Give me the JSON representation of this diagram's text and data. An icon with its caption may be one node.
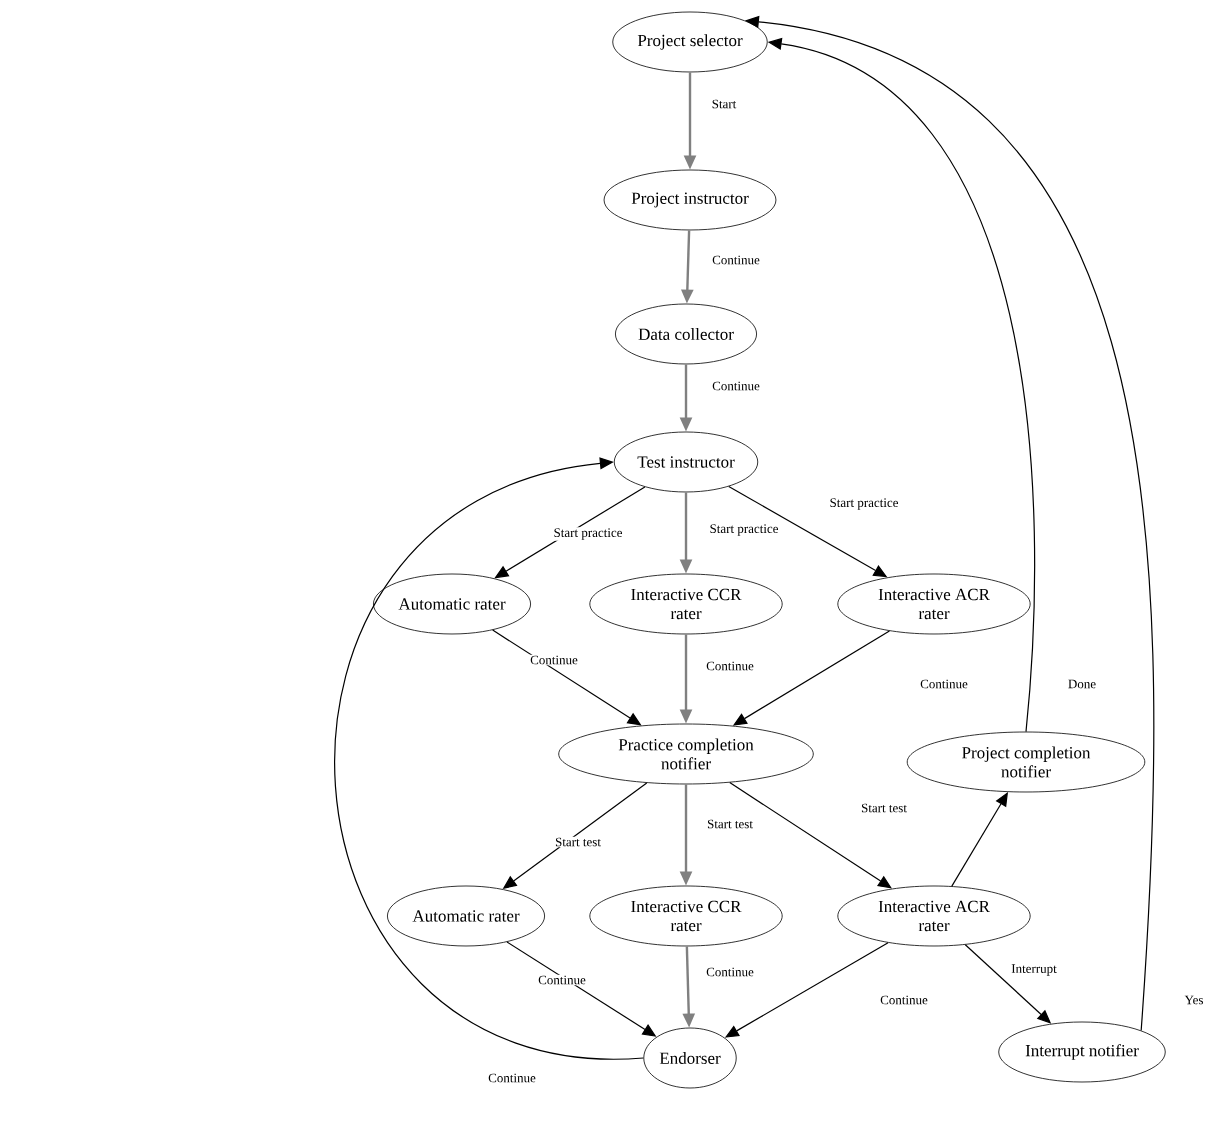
{
  "diagram": {
    "nodes": [
      {
        "text": [
          "Project selector"
        ]
      },
      {
        "text": [
          "Project instructor"
        ]
      },
      {
        "text": [
          "Data collector"
        ]
      },
      {
        "text": [
          "Test instructor"
        ]
      },
      {
        "text": [
          "Automatic rater"
        ]
      },
      {
        "text": [
          "Interactive CCR rater"
        ]
      },
      {
        "text": [
          "Interactive ACR rater"
        ]
      },
      {
        "text": [
          "Practice completion notifier"
        ]
      },
      {
        "text": [
          "Project completion notifier"
        ]
      },
      {
        "text": [
          "Automatic rater"
        ]
      },
      {
        "text": [
          "Interactive CCR rater"
        ]
      },
      {
        "text": [
          "Interactive ACR rater"
        ]
      },
      {
        "text": [
          "Endorser"
        ]
      },
      {
        "text": [
          "Interrupt notifier"
        ]
      }
    ],
    "edges": [
      {
        "from": 0,
        "to": 1,
        "arrow": "to",
        "label": "Start",
        "color": "#808080"
      },
      {
        "from": 1,
        "to": 2,
        "arrow": "to",
        "label": "Continue",
        "color": "#808080"
      },
      {
        "from": 2,
        "to": 3,
        "arrow": "to",
        "label": "Continue",
        "color": "#808080"
      },
      {
        "from": 3,
        "to": 4,
        "arrow": "to",
        "label": "Start practice"
      },
      {
        "from": 3,
        "to": 5,
        "arrow": "to",
        "label": "Start practice",
        "color": "#808080"
      },
      {
        "from": 3,
        "to": 6,
        "arrow": "to",
        "label": "Start practice"
      },
      {
        "from": 4,
        "to": 7,
        "arrow": "to",
        "label": "Continue"
      },
      {
        "from": 5,
        "to": 7,
        "arrow": "to",
        "label": "Continue",
        "color": "#808080"
      },
      {
        "from": 6,
        "to": 7,
        "arrow": "to",
        "label": "Continue"
      },
      {
        "from": 7,
        "to": 9,
        "arrow": "to",
        "label": "Start test"
      },
      {
        "from": 7,
        "to": 10,
        "arrow": "to",
        "label": "Start test",
        "color": "#808080"
      },
      {
        "from": 7,
        "to": 11,
        "arrow": "to",
        "label": "Start test"
      },
      {
        "from": 9,
        "to": 12,
        "arrow": "to",
        "label": "Continue"
      },
      {
        "from": 10,
        "to": 12,
        "arrow": "to",
        "label": "Continue",
        "color": "#808080"
      },
      {
        "from": 11,
        "to": 12,
        "arrow": "to",
        "label": "Continue"
      },
      {
        "from": 11,
        "to": 8,
        "arrow": "to"
      },
      {
        "from": 11,
        "to": 13,
        "arrow": "to",
        "label": "Interrupt"
      },
      {
        "from": 12,
        "to": 3,
        "arrow": "to",
        "label": "Continue"
      },
      {
        "from": 8,
        "to": 0,
        "arrow": "to",
        "label": "Done"
      },
      {
        "from": 13,
        "to": 0,
        "arrow": "to",
        "label": "Yes"
      }
    ]
  }
}
